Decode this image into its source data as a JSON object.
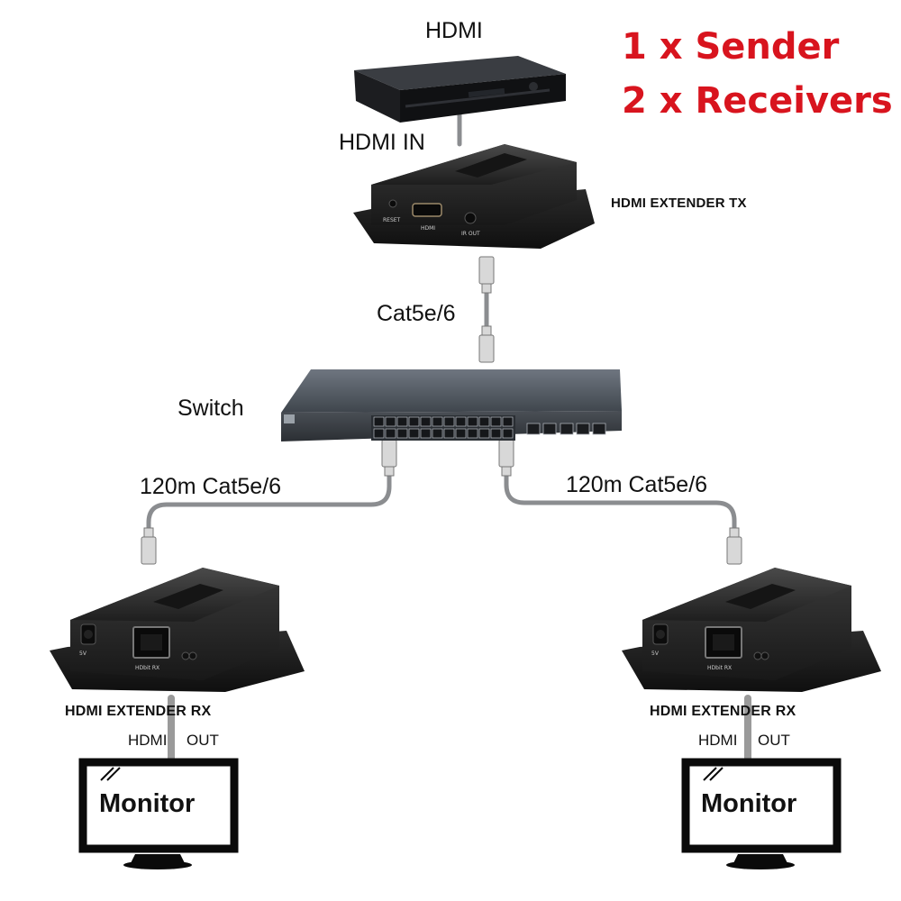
{
  "title": {
    "line1": "1 x Sender",
    "line2": "2 x Receivers",
    "color": "#d8141e"
  },
  "source": {
    "label": "HDMI",
    "input_label": "HDMI IN"
  },
  "transmitter": {
    "label": "HDMI EXTENDER TX",
    "ports": [
      "RESET",
      "HDMI",
      "IR OUT"
    ]
  },
  "uplink_cable": {
    "label": "Cat5e/6"
  },
  "switch": {
    "label": "Switch"
  },
  "left_branch": {
    "cable_label": "120m Cat5e/6",
    "receiver_label": "HDMI EXTENDER RX",
    "receiver_ports": [
      "5V",
      "HDbit RX"
    ],
    "output_left": "HDMI",
    "output_right": "OUT",
    "monitor_label": "Monitor"
  },
  "right_branch": {
    "cable_label": "120m Cat5e/6",
    "receiver_label": "HDMI EXTENDER RX",
    "receiver_ports": [
      "5V",
      "HDbit RX"
    ],
    "output_left": "HDMI",
    "output_right": "OUT",
    "monitor_label": "Monitor"
  }
}
